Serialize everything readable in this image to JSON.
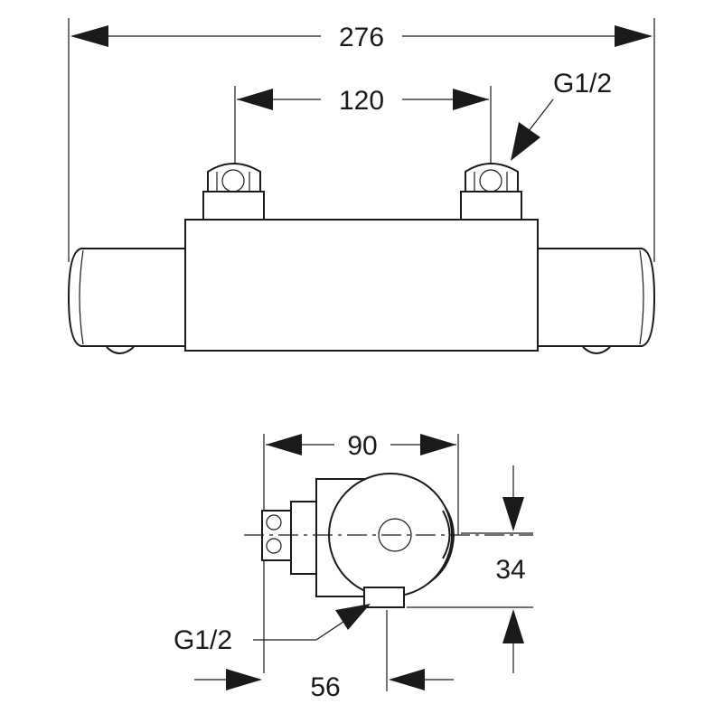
{
  "dimensions": {
    "overall_width": "276",
    "inlet_spacing": "120",
    "depth": "90",
    "outlet_offset": "34",
    "outlet_distance": "56"
  },
  "labels": {
    "inlet_thread": "G1/2",
    "outlet_thread": "G1/2"
  }
}
